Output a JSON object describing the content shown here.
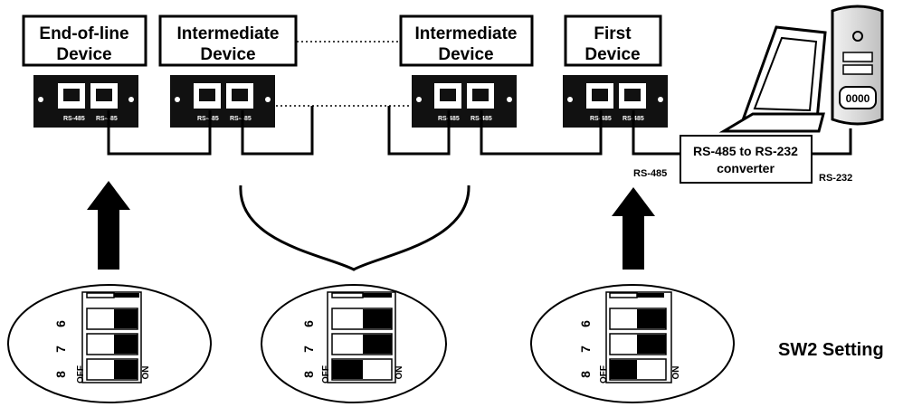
{
  "devices": [
    {
      "line1": "End-of-line",
      "line2": "Device",
      "port_a": "RS-485",
      "port_b": "RS-485"
    },
    {
      "line1": "Intermediate",
      "line2": "Device",
      "port_a": "RS-485",
      "port_b": "RS-485"
    },
    {
      "line1": "Intermediate",
      "line2": "Device",
      "port_a": "RS-485",
      "port_b": "RS-485"
    },
    {
      "line1": "First",
      "line2": "Device",
      "port_a": "RS-485",
      "port_b": "RS-485"
    }
  ],
  "converter": {
    "line1": "RS-485 to RS-232",
    "line2": "converter",
    "left_label": "RS-485",
    "right_label": "RS-232"
  },
  "computer": {
    "badge": "0000"
  },
  "switches": {
    "numbers": [
      "6",
      "7",
      "8"
    ],
    "off_label": "OFF",
    "on_label": "ON",
    "groups": [
      {
        "sw8": "ON"
      },
      {
        "sw8": "OFF"
      },
      {
        "sw8": "OFF"
      }
    ]
  },
  "sw2_title": "SW2 Setting"
}
